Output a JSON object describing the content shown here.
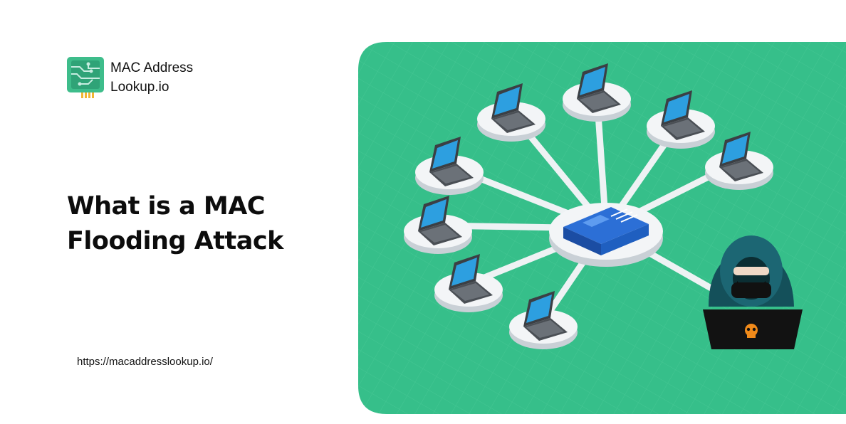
{
  "brand": {
    "name_line1": "MAC Address",
    "name_line2": "Lookup.io",
    "logo_icon": "circuit-chip-icon",
    "accent_color": "#3ebd8b"
  },
  "hero": {
    "title_line1": "What is a MAC",
    "title_line2": "Flooding Attack"
  },
  "footer": {
    "url": "https://macaddresslookup.io/"
  },
  "illustration": {
    "background_color": "#36bf8a",
    "hub_icon": "network-switch-icon",
    "node_icon": "laptop-icon",
    "attacker_icon": "hooded-hacker-icon",
    "attacker_laptop_icon": "skull-icon"
  }
}
